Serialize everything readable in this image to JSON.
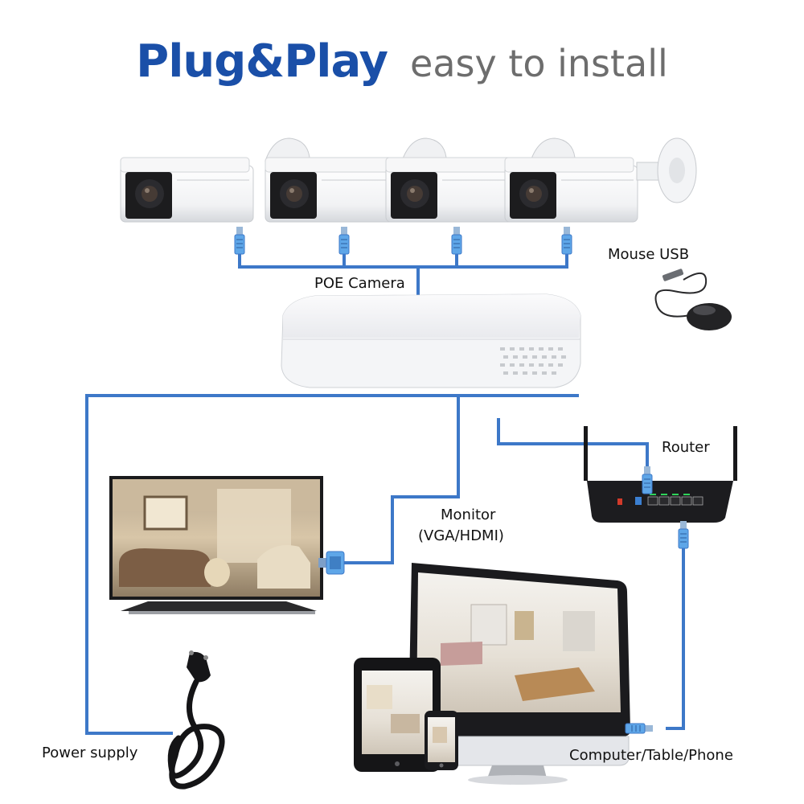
{
  "title": {
    "bold": "Plug&Play",
    "light": "easy to install"
  },
  "labels": {
    "poe_camera": "POE Camera",
    "mouse_usb": "Mouse USB",
    "router": "Router",
    "monitor_line1": "Monitor",
    "monitor_line2": "(VGA/HDMI)",
    "power_supply": "Power supply",
    "devices": "Computer/Table/Phone"
  },
  "colors": {
    "title_blue": "#1a4fa8",
    "title_gray": "#6d6d6d",
    "cable_blue": "#3d78c8",
    "plug_blue": "#5ea6e8"
  },
  "icons": [
    "bullet-camera-icon",
    "nvr-icon",
    "mouse-icon",
    "router-icon",
    "tv-icon",
    "computer-icon",
    "tablet-icon",
    "phone-icon",
    "power-cable-icon",
    "rj45-plug-icon",
    "vga-plug-icon"
  ]
}
